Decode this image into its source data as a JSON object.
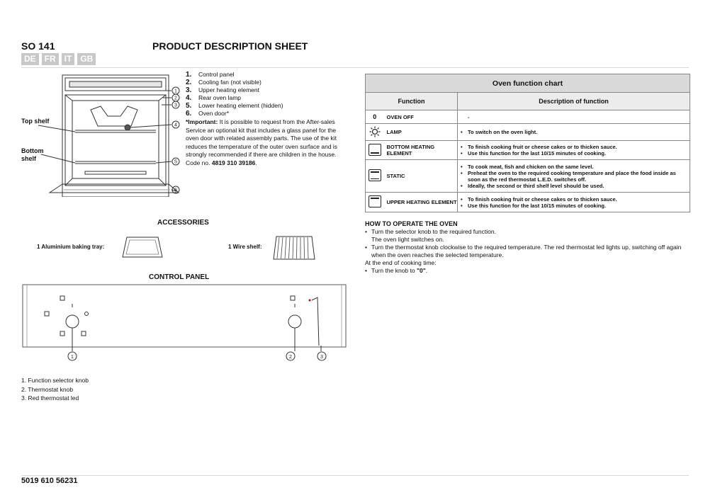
{
  "header": {
    "model": "SO 141",
    "title": "PRODUCT DESCRIPTION SHEET",
    "languages": [
      "DE",
      "FR",
      "IT",
      "GB"
    ]
  },
  "oven_diagram": {
    "top_shelf": "Top shelf",
    "bottom_shelf": "Bottom shelf",
    "callouts": [
      "1",
      "2",
      "3",
      "4",
      "5",
      "6"
    ],
    "parts": [
      {
        "num": "1.",
        "label": "Control panel"
      },
      {
        "num": "2.",
        "label": "Cooling fan (not visible)"
      },
      {
        "num": "3.",
        "label": "Upper heating element"
      },
      {
        "num": "4.",
        "label": "Rear oven lamp"
      },
      {
        "num": "5.",
        "label": "Lower heating element (hidden)"
      },
      {
        "num": "6.",
        "label": "Oven door*"
      }
    ],
    "important_label": "*Important:",
    "important_text": " It is possible to request from the After-sales Service an optional kit that includes a glass panel for the oven door with related assembly parts. The use of the kit reduces the temperature of the outer oven surface and is strongly recommended if there are children in the house. Code no. ",
    "important_code": "4819 310 39186",
    "important_end": "."
  },
  "accessories": {
    "title": "ACCESSORIES",
    "item1": "1 Aluminium baking tray:",
    "item2": "1 Wire shelf:"
  },
  "control_panel": {
    "title": "CONTROL PANEL",
    "callouts": [
      "1",
      "2",
      "3"
    ],
    "legend": [
      "1.  Function selector knob",
      "2.  Thermostat knob",
      "3.  Red thermostat led"
    ]
  },
  "function_chart": {
    "title": "Oven function chart",
    "col_function": "Function",
    "col_description": "Description of function",
    "rows": [
      {
        "symbol": "0",
        "name": "OVEN OFF",
        "desc": [
          "-"
        ]
      },
      {
        "symbol": "lamp-icon",
        "name": "LAMP",
        "desc": [
          "To switch on the oven light."
        ]
      },
      {
        "symbol": "bottom-heat-icon",
        "name": "BOTTOM HEATING ELEMENT",
        "desc": [
          "To finish cooking fruit or cheese cakes or to thicken sauce.",
          "Use this function for the last 10/15 minutes of cooking."
        ]
      },
      {
        "symbol": "static-icon",
        "name": "STATIC",
        "desc": [
          "To cook meat, fish and chicken on the same level.",
          "Preheat the oven to the required cooking temperature and place the food inside as soon as the red thermostat L.E.D. switches off.",
          "Ideally, the second or third shelf level should be used."
        ]
      },
      {
        "symbol": "upper-heat-icon",
        "name": "UPPER HEATING ELEMENT",
        "desc": [
          "To finish cooking fruit or cheese cakes or to thicken sauce.",
          "Use this function for the last 10/15 minutes of cooking."
        ]
      }
    ]
  },
  "howto": {
    "title": "HOW TO OPERATE THE OVEN",
    "step1": "Turn the selector knob to the required function.",
    "step1b": "The oven light switches on.",
    "step2": "Turn the thermostat knob clockwise to the required temperature. The red thermostat led lights up, switching off again when the oven reaches the selected temperature.",
    "end_label": "At the end of cooking time:",
    "step3_prefix": "Turn the knob to ",
    "step3_value": "\"0\"",
    "step3_suffix": "."
  },
  "footer": {
    "code": "5019 610 56231"
  }
}
